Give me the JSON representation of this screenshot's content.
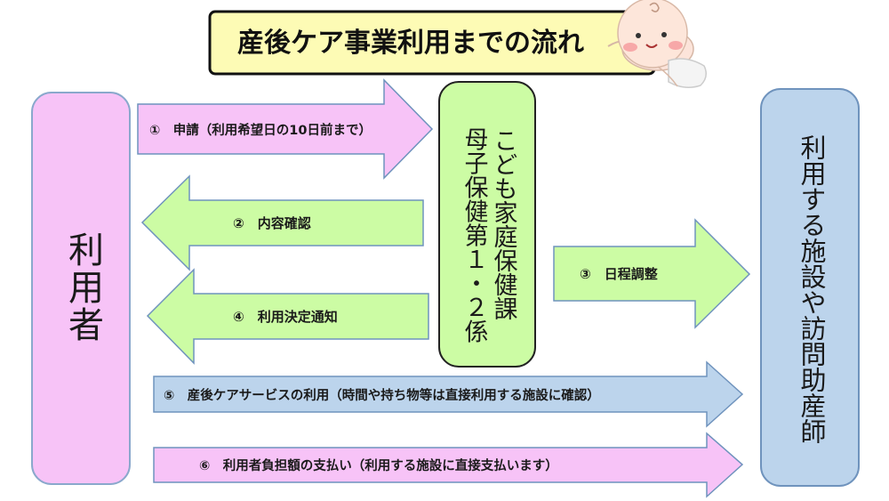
{
  "title": "産後ケア事業利用までの流れ",
  "user_box": {
    "label": "利用者"
  },
  "office_box": {
    "line1": "こども家庭保健課",
    "line2": "母子保健第１・２係"
  },
  "facility_box": {
    "label": "利用する施設や訪問助産師"
  },
  "arrows": {
    "a1": {
      "label": "①　申請（利用希望日の10日前まで）"
    },
    "a2": {
      "label": "②　内容確認"
    },
    "a3": {
      "label": "③　日程調整"
    },
    "a4": {
      "label": "④　利用決定通知"
    },
    "a5": {
      "label": "⑤　産後ケアサービスの利用（時間や持ち物等は直接利用する施設に確認）"
    },
    "a6": {
      "label": "⑥　利用者負担額の支払い（利用する施設に直接支払います）"
    }
  },
  "colors": {
    "pink": "#f7c3f7",
    "green": "#ccfca4",
    "blue": "#bcd4ec",
    "title_bg": "#fdfbb5",
    "stroke": "#8aa8cc"
  },
  "icons": {
    "mascot": "baby-illustration-icon"
  }
}
